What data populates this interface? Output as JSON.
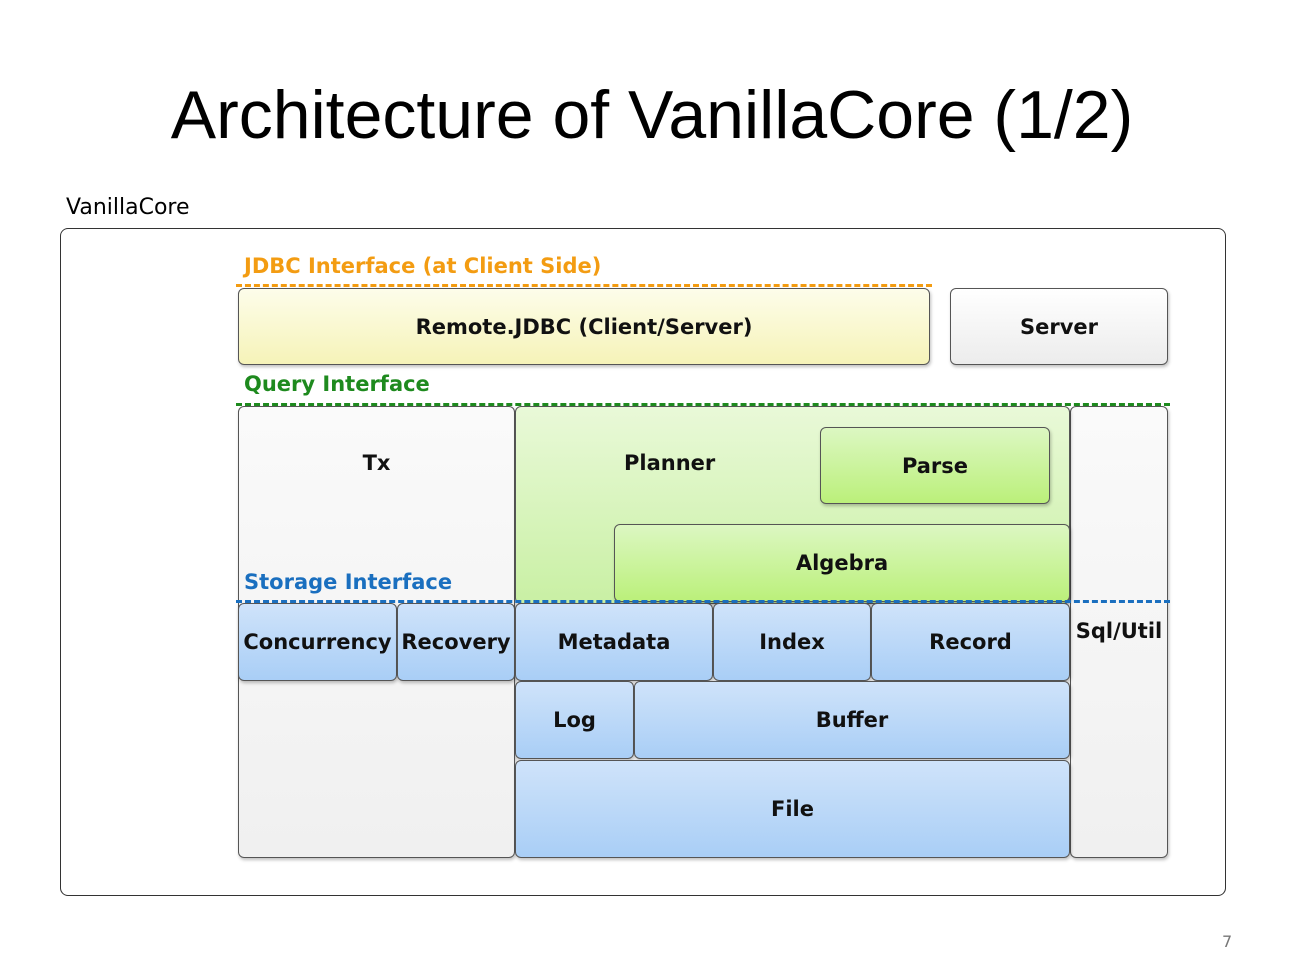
{
  "title": "Architecture of VanillaCore (1/2)",
  "container_label": "VanillaCore",
  "interfaces": {
    "jdbc": "JDBC Interface (at Client Side)",
    "query": "Query Interface",
    "storage": "Storage Interface"
  },
  "modules": {
    "remote_jdbc": "Remote.JDBC (Client/Server)",
    "server": "Server",
    "tx": "Tx",
    "planner": "Planner",
    "parse": "Parse",
    "algebra": "Algebra",
    "sql_util": "Sql/Util",
    "concurrency": "Concurrency",
    "recovery": "Recovery",
    "metadata": "Metadata",
    "index": "Index",
    "record": "Record",
    "log": "Log",
    "buffer": "Buffer",
    "file": "File"
  },
  "colors": {
    "jdbc_interface": "#f39c12",
    "query_interface": "#1e8a1e",
    "storage_interface": "#1a6fbf"
  },
  "page_number": "7"
}
